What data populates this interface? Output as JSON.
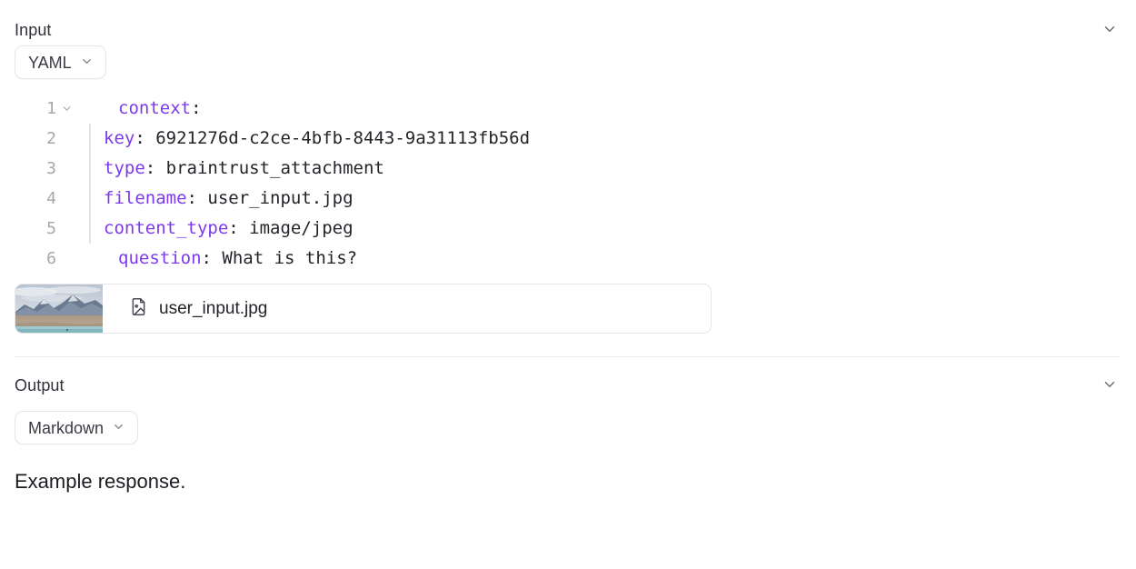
{
  "input": {
    "title": "Input",
    "collapse_icon": "chevron-down-icon",
    "format": {
      "label": "YAML",
      "caret_icon": "chevron-down-icon"
    },
    "code": {
      "language": "yaml",
      "lines": [
        {
          "num": "1",
          "foldable": true,
          "indent": false,
          "key": "context",
          "colon": ":",
          "value": ""
        },
        {
          "num": "2",
          "foldable": false,
          "indent": true,
          "key": "key",
          "colon": ":",
          "value": " 6921276d-c2ce-4bfb-8443-9a31113fb56d"
        },
        {
          "num": "3",
          "foldable": false,
          "indent": true,
          "key": "type",
          "colon": ":",
          "value": " braintrust_attachment"
        },
        {
          "num": "4",
          "foldable": false,
          "indent": true,
          "key": "filename",
          "colon": ":",
          "value": " user_input.jpg"
        },
        {
          "num": "5",
          "foldable": false,
          "indent": true,
          "key": "content_type",
          "colon": ":",
          "value": " image/jpeg"
        },
        {
          "num": "6",
          "foldable": false,
          "indent": false,
          "key": "question",
          "colon": ":",
          "value": " What is this?"
        }
      ]
    },
    "attachment": {
      "filename": "user_input.jpg",
      "file_icon": "file-image-icon",
      "thumbnail_alt": "mountain-lake-landscape",
      "thumbnail_colors": {
        "sky": "#c8cfd9",
        "cloud": "#e4e8ed",
        "mountain": "#5d6e85",
        "mountain_light": "#8d9cae",
        "terrain": "#b9a48c",
        "terrain_dark": "#8e7c69",
        "water": "#7fb5bd"
      }
    }
  },
  "output": {
    "title": "Output",
    "collapse_icon": "chevron-down-icon",
    "format": {
      "label": "Markdown",
      "caret_icon": "chevron-down-icon"
    },
    "body_text": "Example response."
  },
  "colors": {
    "text_primary": "#232429",
    "text_heading": "#30313a",
    "yaml_key": "#7c3aed",
    "gutter": "#a6a7ad",
    "border": "#e6e6e9",
    "divider": "#ececed",
    "icon": "#6b6c78"
  }
}
